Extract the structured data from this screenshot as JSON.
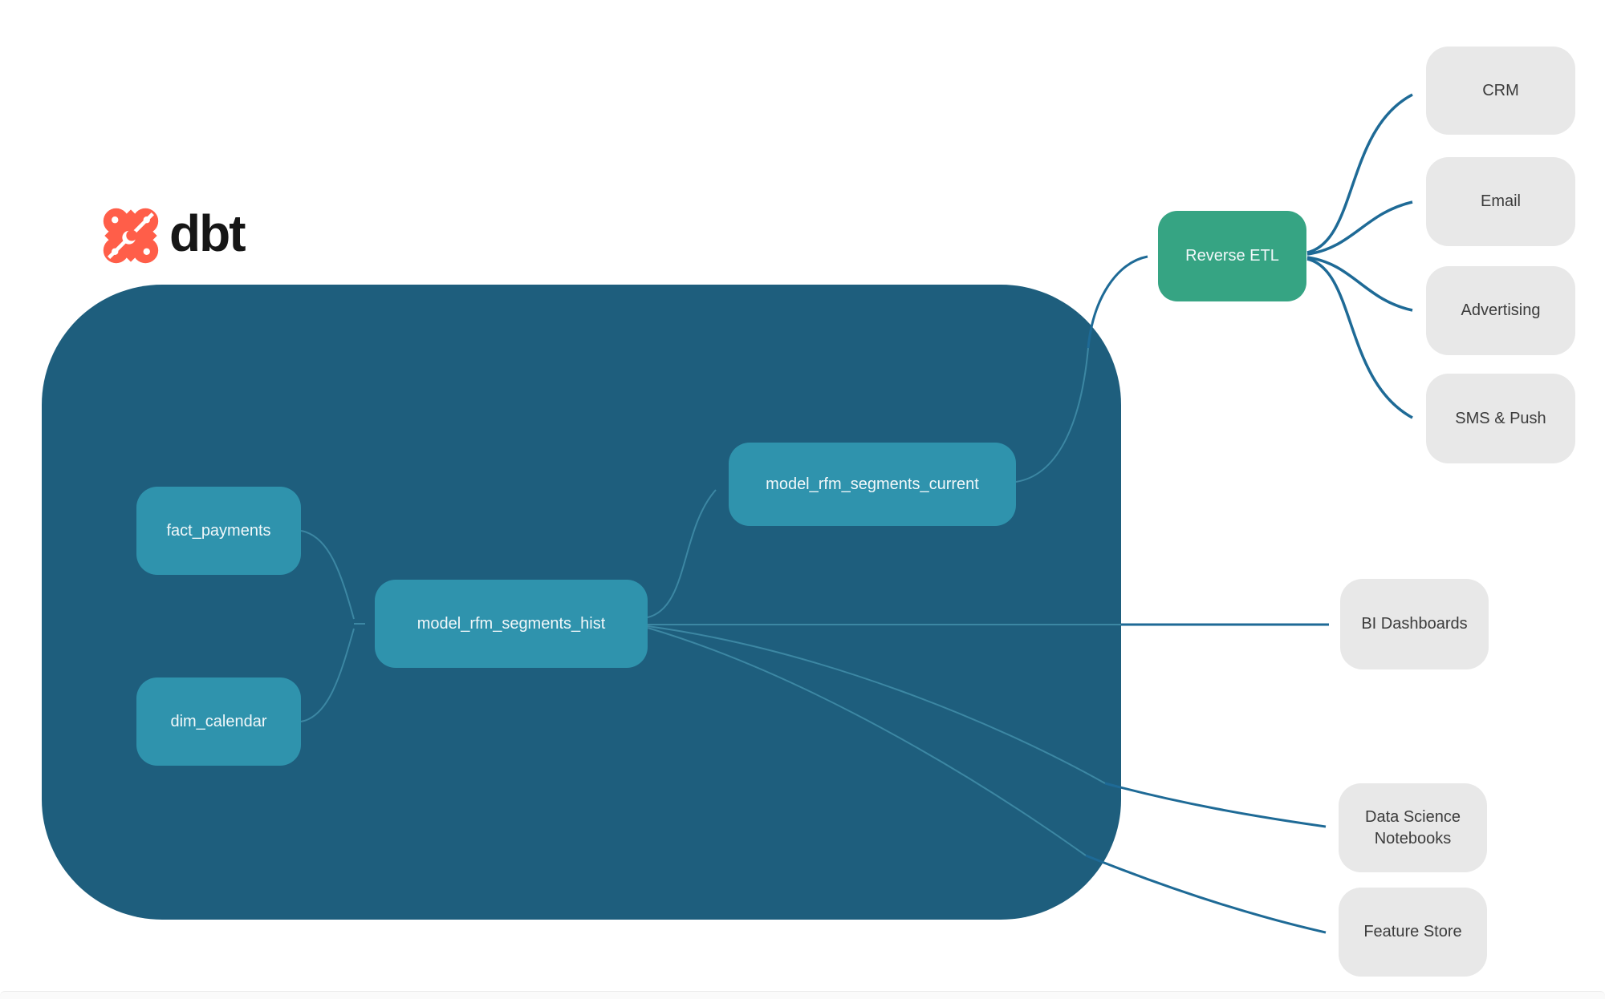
{
  "logo": {
    "brand": "dbt",
    "icon": "dbt-logo-icon",
    "brand_color": "#FF5E49"
  },
  "nodes": {
    "fact_payments": {
      "label": "fact_payments",
      "type": "model"
    },
    "dim_calendar": {
      "label": "dim_calendar",
      "type": "model"
    },
    "rfm_hist": {
      "label": "model_rfm_segments_hist",
      "type": "model"
    },
    "rfm_current": {
      "label": "model_rfm_segments_current",
      "type": "model"
    },
    "reverse_etl": {
      "label": "Reverse ETL",
      "type": "tool"
    },
    "crm": {
      "label": "CRM",
      "type": "destination"
    },
    "email": {
      "label": "Email",
      "type": "destination"
    },
    "advertising": {
      "label": "Advertising",
      "type": "destination"
    },
    "sms_push": {
      "label": "SMS & Push",
      "type": "destination"
    },
    "bi_dashboards": {
      "label": "BI Dashboards",
      "type": "destination"
    },
    "ds_notebooks": {
      "label": "Data Science Notebooks",
      "type": "destination"
    },
    "feature_store": {
      "label": "Feature Store",
      "type": "destination"
    }
  },
  "edges": [
    {
      "from": "fact_payments",
      "to": "rfm_hist"
    },
    {
      "from": "dim_calendar",
      "to": "rfm_hist"
    },
    {
      "from": "rfm_hist",
      "to": "rfm_current"
    },
    {
      "from": "rfm_hist",
      "to": "bi_dashboards"
    },
    {
      "from": "rfm_hist",
      "to": "ds_notebooks"
    },
    {
      "from": "rfm_hist",
      "to": "feature_store"
    },
    {
      "from": "rfm_current",
      "to": "reverse_etl"
    },
    {
      "from": "reverse_etl",
      "to": "crm"
    },
    {
      "from": "reverse_etl",
      "to": "email"
    },
    {
      "from": "reverse_etl",
      "to": "advertising"
    },
    {
      "from": "reverse_etl",
      "to": "sms_push"
    }
  ],
  "colors": {
    "container": "#1E5E7D",
    "model_node": "#2F93AD",
    "reverse_etl_node": "#36A483",
    "destination_node": "#E8E8E8",
    "edge_inside": "#3C87A3",
    "edge_outside": "#1E6A96",
    "logo_orange": "#FF5E49"
  }
}
